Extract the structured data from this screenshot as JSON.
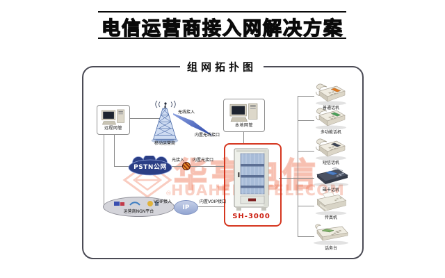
{
  "header": {
    "title": "电信运营商接入网解决方案"
  },
  "topology": {
    "title": "组网拓扑图",
    "nodes": {
      "remote_nms": {
        "label": "远程网管"
      },
      "local_nms": {
        "label": "本地网管"
      },
      "tower": {
        "label": "移动运营商"
      },
      "pstn": {
        "label": "PSTN公网"
      },
      "ngn": {
        "label": "运营商NGN平台"
      },
      "ip": {
        "label": "IP"
      },
      "cabinet": {
        "label": "SH-3000"
      }
    },
    "links": {
      "wireless_access": "无线接入",
      "wireless_port": "内置无线接口",
      "optical_access": "光接入",
      "optical_port": "内置光接口",
      "voip_access": "VOIP接入",
      "voip_port": "内置VOIP接口"
    },
    "devices": [
      {
        "label": "普通话机",
        "icon": "phone",
        "accent": "#e07820"
      },
      {
        "label": "多功能话机",
        "icon": "phone",
        "accent": "#49a05a"
      },
      {
        "label": "短信话机",
        "icon": "phone",
        "accent": "#3c4456"
      },
      {
        "label": "磁卡话机",
        "icon": "card-phone",
        "accent": "#4f7fc4"
      },
      {
        "label": "传真机",
        "icon": "fax",
        "accent": "#b8b4a4"
      },
      {
        "label": "话务台",
        "icon": "console",
        "accent": "#7fb069"
      }
    ]
  },
  "watermark": {
    "cn": "华亨电信",
    "en": "HUAHENG TELECOM",
    "reg": "®"
  },
  "colors": {
    "frame_red": "#d5361f",
    "sh_label_red": "#cc1f10",
    "pstn_navy": "#2a3e85",
    "line_gray": "#8a8a8a",
    "watermark_orange": "#eb552d"
  }
}
